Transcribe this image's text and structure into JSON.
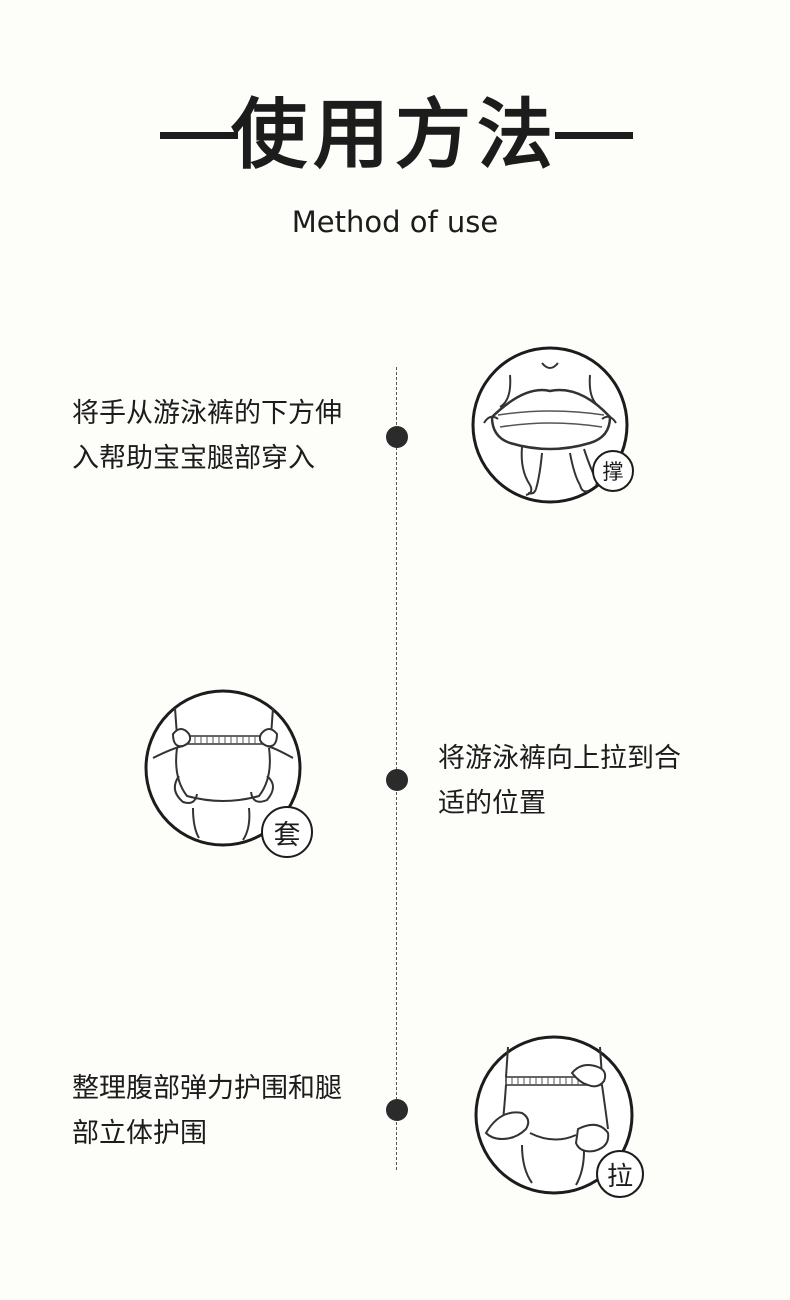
{
  "header": {
    "title": "使用方法",
    "subtitle": "Method of use"
  },
  "steps": [
    {
      "text": "将手从游泳裤的下方伸入帮助宝宝腿部穿入",
      "badge": "撑",
      "icon": "hands-stretch-icon"
    },
    {
      "text": "将游泳裤向上拉到合适的位置",
      "badge": "套",
      "icon": "hands-pull-up-icon"
    },
    {
      "text": "整理腹部弹力护围和腿部立体护围",
      "badge": "拉",
      "icon": "hands-adjust-waist-icon"
    }
  ]
}
